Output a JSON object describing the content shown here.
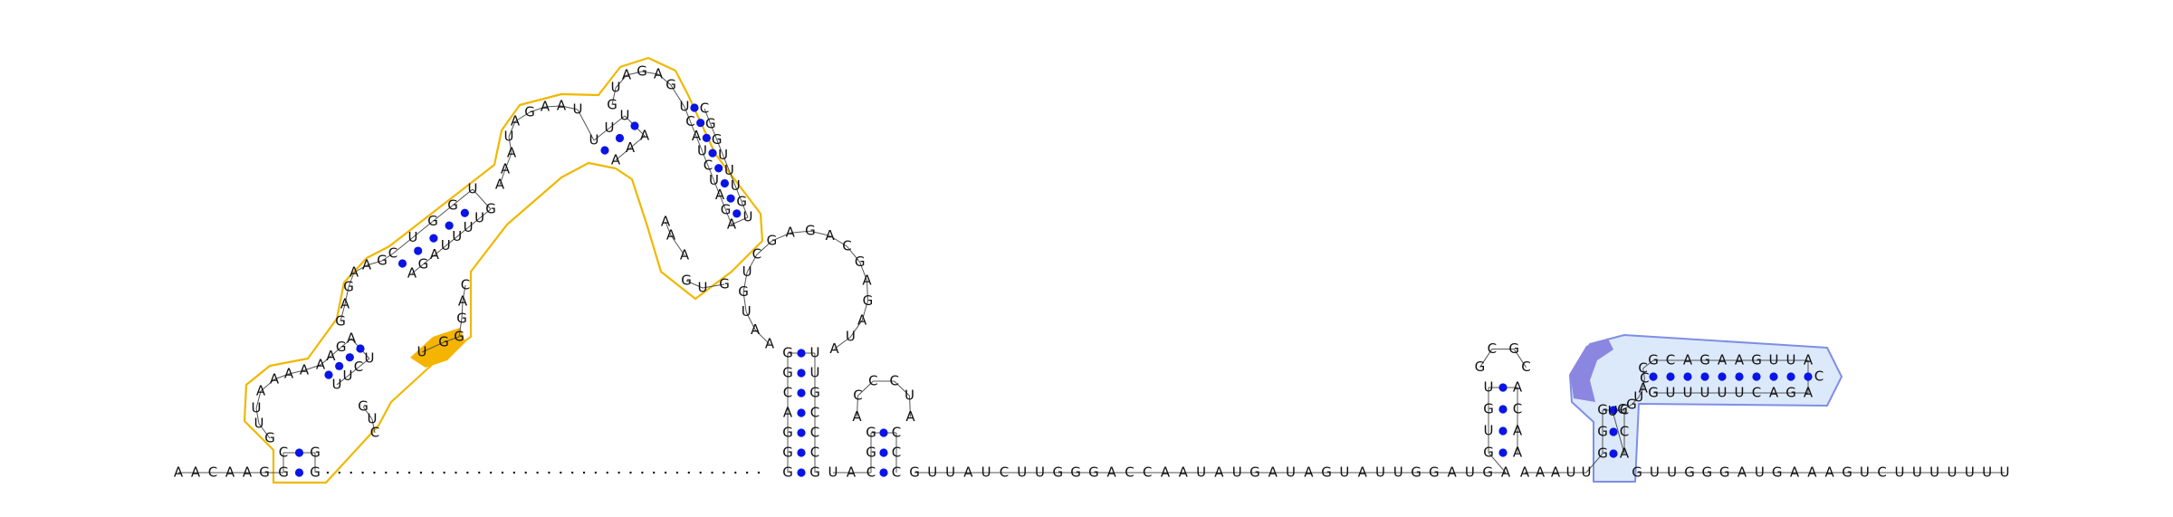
{
  "colors": {
    "background": "#ffffff",
    "base_text": "#111111",
    "backbone": "#555555",
    "pair_dot": "#0a14e6",
    "highlight_orange_stroke": "#f0b800",
    "highlight_orange_fill": "#f5b400",
    "highlight_blue_stroke": "#7f8ee6",
    "highlight_blue_fill": "#dce9fb",
    "highlight_purple_fill": "#8b86e0"
  },
  "sequence": {
    "prefix": "AACAAG",
    "helix_A_5": "GC",
    "loop_A_5": "GUUAAAA",
    "helix_B_5": "AAGA",
    "loop_B_5": "GAGAAG",
    "helix_C_5": "CUGGU",
    "loop_C": "AAAUAGAAU",
    "helix_D_5": "UUU",
    "hairpin_D": "GUAGAG",
    "helix_D_3": "AAA",
    "helix_E_5": "UCAUCUAGA",
    "loop_E": "AAAGUG",
    "helix_E_3": "UGUUUGGC",
    "helix_C_3": "GUUUUAGA",
    "loop_B_3": "UGGGAC",
    "helix_B_3": "UCUU",
    "loop_A_3": "GUC",
    "helix_A_3": "GG",
    "linker_dots": "......................................",
    "helix_F_5": "GGGACGG",
    "loop_F": "AAUGUCGAGACGAGAUA",
    "helix_F_3": "UUGCCCG",
    "junction_1": "UA",
    "helix_G_5": "CGG",
    "loop_G": "ACCCUA",
    "helix_G_3": "CCC",
    "segment_1": "GUUAUCUUGGGACCAAUAUGAUAGUAUUGGAUGA",
    "helix_H_5": "GUGU",
    "loop_H": "GCGC",
    "helix_H_3": "ACAA",
    "junction_2": "AAAUU",
    "helix_I_5": "GGG",
    "loop_I_5": "UGGUACC",
    "helix_J_5": "GCAGAAGUUA",
    "loop_J": "C",
    "helix_J_3": "AGACUUUUUG",
    "helix_I_3": "CCA",
    "suffix": "GUUGGGAUGAAAGUCUUUUUUU"
  }
}
